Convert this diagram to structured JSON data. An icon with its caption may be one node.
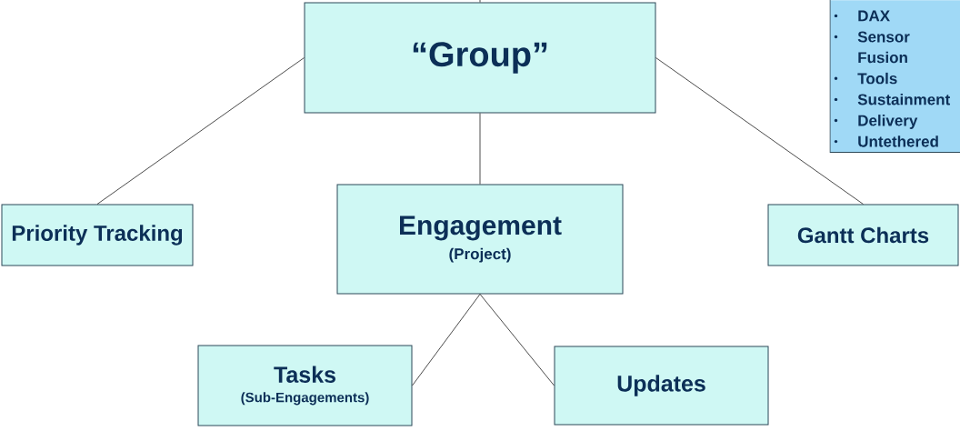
{
  "diagram": {
    "nodes": [
      {
        "text": [
          "“Group”"
        ]
      },
      {
        "text": [
          "DAX",
          "Sensor Fusion",
          "Tools",
          "Sustainment",
          "Delivery",
          "Untethered"
        ]
      },
      {
        "text": [
          "Priority Tracking"
        ]
      },
      {
        "text": [
          "Engagement",
          "(Project)"
        ]
      },
      {
        "text": [
          "Gantt Charts"
        ]
      },
      {
        "text": [
          "Tasks",
          "(Sub-Engagements)"
        ]
      },
      {
        "text": [
          "Updates"
        ]
      }
    ],
    "edges": [
      {
        "from": null,
        "to": 0,
        "arrow": "none"
      },
      {
        "from": 0,
        "to": 2,
        "arrow": "none"
      },
      {
        "from": 0,
        "to": 3,
        "arrow": "none"
      },
      {
        "from": 0,
        "to": 4,
        "arrow": "none"
      },
      {
        "from": 3,
        "to": 5,
        "arrow": "none"
      },
      {
        "from": 3,
        "to": 6,
        "arrow": "none"
      }
    ]
  }
}
